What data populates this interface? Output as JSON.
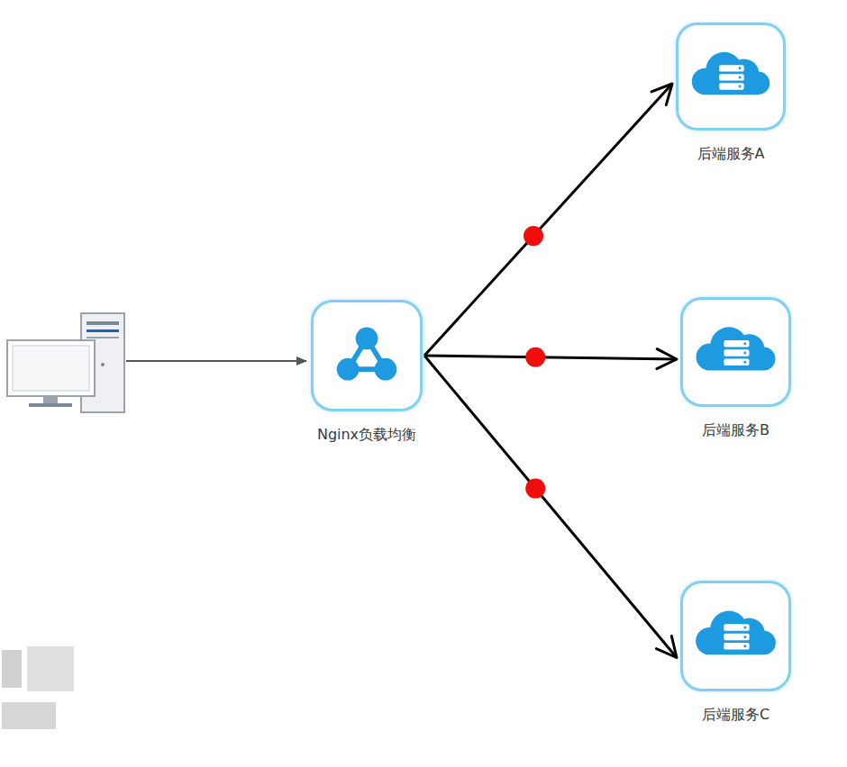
{
  "diagram": {
    "nodes": [
      {
        "text": [
          "Nginx负载均衡"
        ]
      },
      {
        "text": [
          "后端服务A"
        ]
      },
      {
        "text": [
          "后端服务B"
        ]
      },
      {
        "text": [
          "后端服务C"
        ]
      }
    ],
    "edges": [
      {
        "from": 0,
        "to": 1,
        "arrow": "to"
      },
      {
        "from": 0,
        "to": 2,
        "arrow": "to"
      },
      {
        "from": 0,
        "to": 3,
        "arrow": "to"
      }
    ]
  }
}
